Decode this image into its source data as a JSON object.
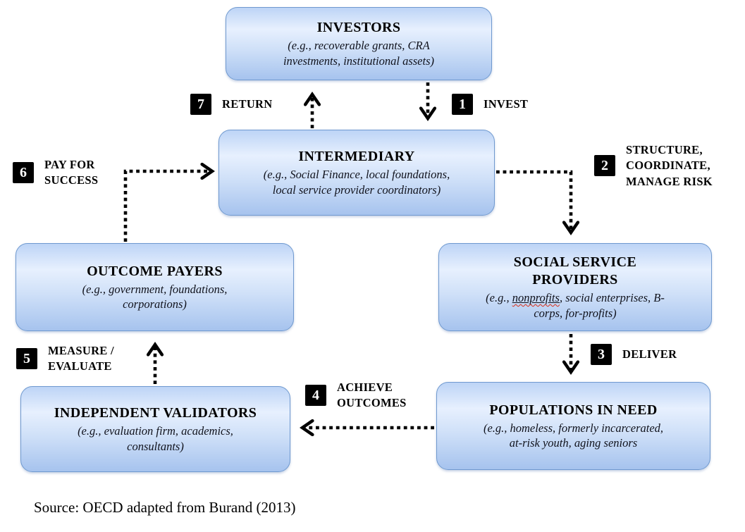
{
  "boxes": {
    "investors": {
      "title": "INVESTORS",
      "desc": "(e.g., recoverable grants, CRA\ninvestments, institutional assets)"
    },
    "intermediary": {
      "title": "INTERMEDIARY",
      "desc": "(e.g., Social Finance, local foundations,\nlocal service provider coordinators)"
    },
    "providers": {
      "title": "SOCIAL SERVICE\nPROVIDERS",
      "desc_pre": "(e.g., ",
      "desc_misspelled": "nonprofits",
      "desc_post": ", social enterprises, B-\ncorps, for-profits)"
    },
    "populations": {
      "title": "POPULATIONS IN NEED",
      "desc": "(e.g., homeless, formerly incarcerated,\nat-risk youth, aging seniors"
    },
    "validators": {
      "title": "INDEPENDENT VALIDATORS",
      "desc": "(e.g., evaluation firm, academics,\nconsultants)"
    },
    "payers": {
      "title": "OUTCOME PAYERS",
      "desc": "(e.g., government, foundations,\ncorporations)"
    }
  },
  "flows": {
    "invest": {
      "number": "1",
      "label": "INVEST"
    },
    "structure": {
      "number": "2",
      "label": "STRUCTURE,\nCOORDINATE,\nMANAGE RISK"
    },
    "deliver": {
      "number": "3",
      "label": "DELIVER"
    },
    "achieve": {
      "number": "4",
      "label": "ACHIEVE\nOUTCOMES"
    },
    "measure": {
      "number": "5",
      "label": "MEASURE /\nEVALUATE"
    },
    "pay": {
      "number": "6",
      "label": "PAY FOR\nSUCCESS"
    },
    "return": {
      "number": "7",
      "label": "RETURN"
    }
  },
  "source": "Source: OECD adapted from Burand (2013)",
  "colors": {
    "box_border": "#6f99cf",
    "box_fill_top": "#bdd4f6",
    "box_fill_light": "#e7f0fe",
    "box_fill_mid": "#cfe0f8",
    "box_fill_bottom": "#a6c3ee",
    "arrow": "#000000",
    "badge_background": "#000000",
    "badge_number": "#ffffff",
    "spellcheck_underline": "#d72c16"
  }
}
